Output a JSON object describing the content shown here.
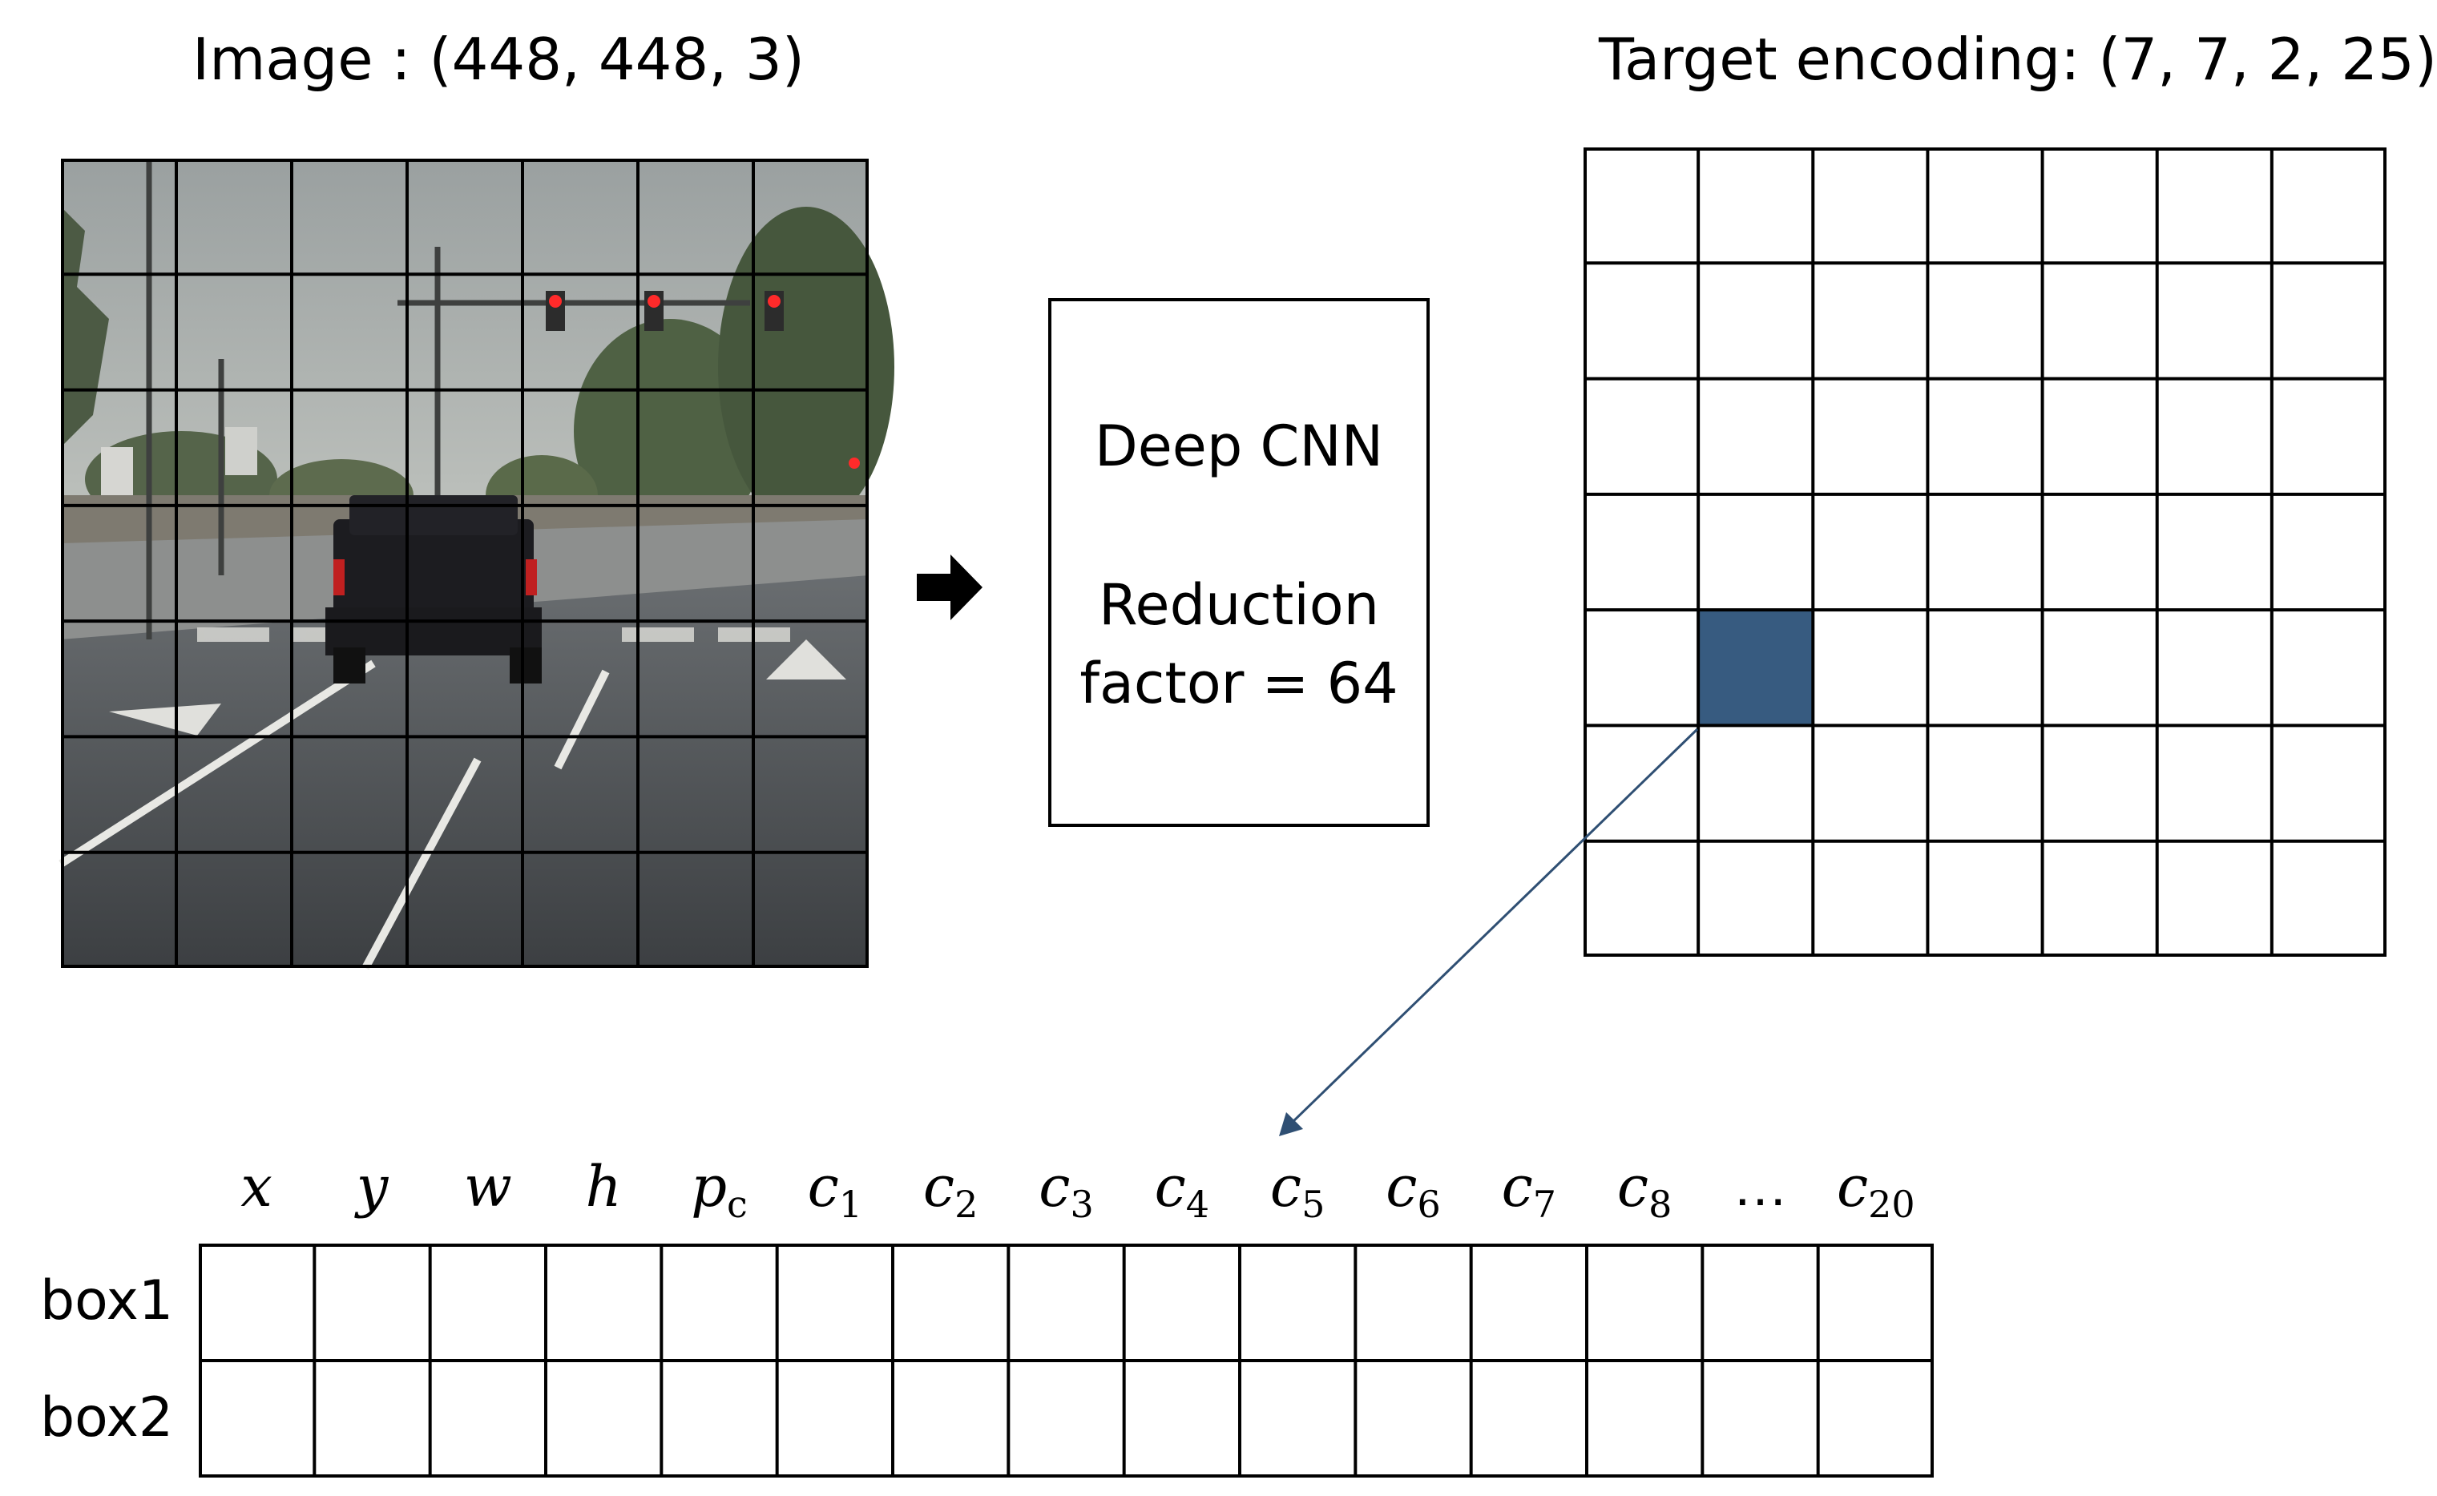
{
  "titles": {
    "image": "Image : (448, 448, 3)",
    "target": "Target encoding: (7, 7, 2, 25)"
  },
  "cnn": {
    "line1": "Deep CNN",
    "line2": "Reduction",
    "line3": "factor = 64"
  },
  "grids": {
    "image_cells": 7,
    "target_cells": 7,
    "highlighted_cell": {
      "row": 5,
      "col": 2
    },
    "highlight_color": "#375b80",
    "pointer_color": "#2f4f73"
  },
  "vector": {
    "headers": [
      {
        "base": "x",
        "sub": ""
      },
      {
        "base": "y",
        "sub": ""
      },
      {
        "base": "w",
        "sub": ""
      },
      {
        "base": "h",
        "sub": ""
      },
      {
        "base": "p",
        "sub": "c"
      },
      {
        "base": "c",
        "sub": "1"
      },
      {
        "base": "c",
        "sub": "2"
      },
      {
        "base": "c",
        "sub": "3"
      },
      {
        "base": "c",
        "sub": "4"
      },
      {
        "base": "c",
        "sub": "5"
      },
      {
        "base": "c",
        "sub": "6"
      },
      {
        "base": "c",
        "sub": "7"
      },
      {
        "base": "c",
        "sub": "8"
      },
      {
        "base": "…",
        "sub": ""
      },
      {
        "base": "c",
        "sub": "20"
      }
    ],
    "rows": [
      "box1",
      "box2"
    ]
  },
  "icons": {
    "flow_arrow": "right-arrow-icon",
    "pointer": "pointer-arrow"
  }
}
